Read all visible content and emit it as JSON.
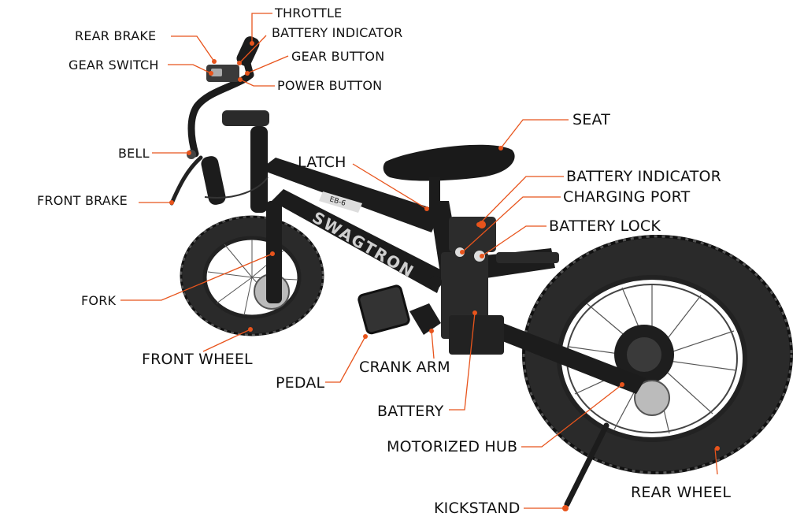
{
  "diagram": {
    "leader_color": "#e8541c",
    "bike_color": "#1c1c1c",
    "labels": {
      "throttle": "THROTTLE",
      "battery_indicator_handlebar": "BATTERY INDICATOR",
      "rear_brake": "REAR BRAKE",
      "gear_button": "GEAR BUTTON",
      "gear_switch": "GEAR SWITCH",
      "power_button": "POWER BUTTON",
      "seat": "SEAT",
      "bell": "BELL",
      "latch": "LATCH",
      "battery_indicator_frame": "BATTERY INDICATOR",
      "front_brake": "FRONT BRAKE",
      "charging_port": "CHARGING PORT",
      "battery_lock": "BATTERY LOCK",
      "fork": "FORK",
      "front_wheel": "FRONT WHEEL",
      "crank_arm": "CRANK ARM",
      "pedal": "PEDAL",
      "battery": "BATTERY",
      "motorized_hub": "MOTORIZED HUB",
      "rear_wheel": "REAR WHEEL",
      "kickstand": "KICKSTAND"
    },
    "brand": "SWAGTRON",
    "model_badge": "EB-6"
  }
}
